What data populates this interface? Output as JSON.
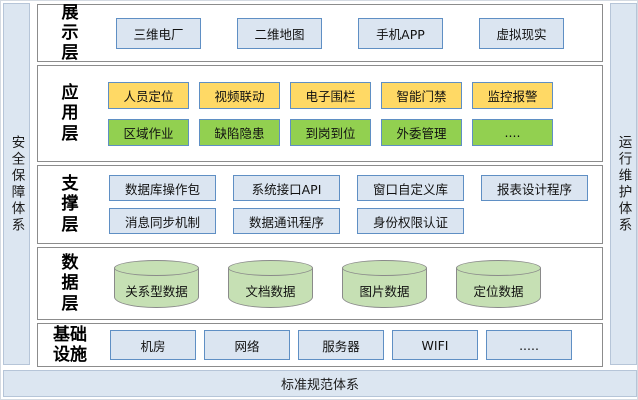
{
  "frame": {
    "left_bar": "安全保障体系",
    "right_bar": "运行维护体系",
    "bottom_bar": "标准规范体系"
  },
  "colors": {
    "panel_fill": "#dce6f1",
    "panel_border": "#b6c5d8",
    "row_border": "#8c8c8c",
    "box_border": "#5f8fc4",
    "box_blue_fill": "#dbe5f1",
    "box_yellow_fill": "#ffd965",
    "box_green_fill": "#92d050",
    "cylinder_fill": "#c6e0b4",
    "cylinder_border": "#8a8a8a",
    "text": "#111111"
  },
  "layers": [
    {
      "id": "presentation",
      "label": "展\n示\n层",
      "rows": [
        {
          "style": "blue",
          "items": [
            "三维电厂",
            "二维地图",
            "手机APP",
            "虚拟现实"
          ]
        }
      ]
    },
    {
      "id": "application",
      "label": "应\n用\n层",
      "rows": [
        {
          "style": "yellow",
          "items": [
            "人员定位",
            "视频联动",
            "电子围栏",
            "智能门禁",
            "监控报警"
          ]
        },
        {
          "style": "green",
          "items": [
            "区域作业",
            "缺陷隐患",
            "到岗到位",
            "外委管理",
            "...."
          ]
        }
      ]
    },
    {
      "id": "support",
      "label": "支\n撑\n层",
      "rows": [
        {
          "style": "blue",
          "items": [
            "数据库操作包",
            "系统接口API",
            "窗口自定义库",
            "报表设计程序"
          ]
        },
        {
          "style": "blue",
          "items": [
            "消息同步机制",
            "数据通讯程序",
            "身份权限认证"
          ]
        }
      ]
    },
    {
      "id": "data",
      "label": "数\n据\n层",
      "shape": "cylinder",
      "rows": [
        {
          "style": "cylinder",
          "items": [
            "关系型数据",
            "文档数据",
            "图片数据",
            "定位数据"
          ]
        }
      ]
    },
    {
      "id": "infrastructure",
      "label": "基础\n设施",
      "rows": [
        {
          "style": "blue",
          "items": [
            "机房",
            "网络",
            "服务器",
            "WIFI",
            "....."
          ]
        }
      ]
    }
  ]
}
